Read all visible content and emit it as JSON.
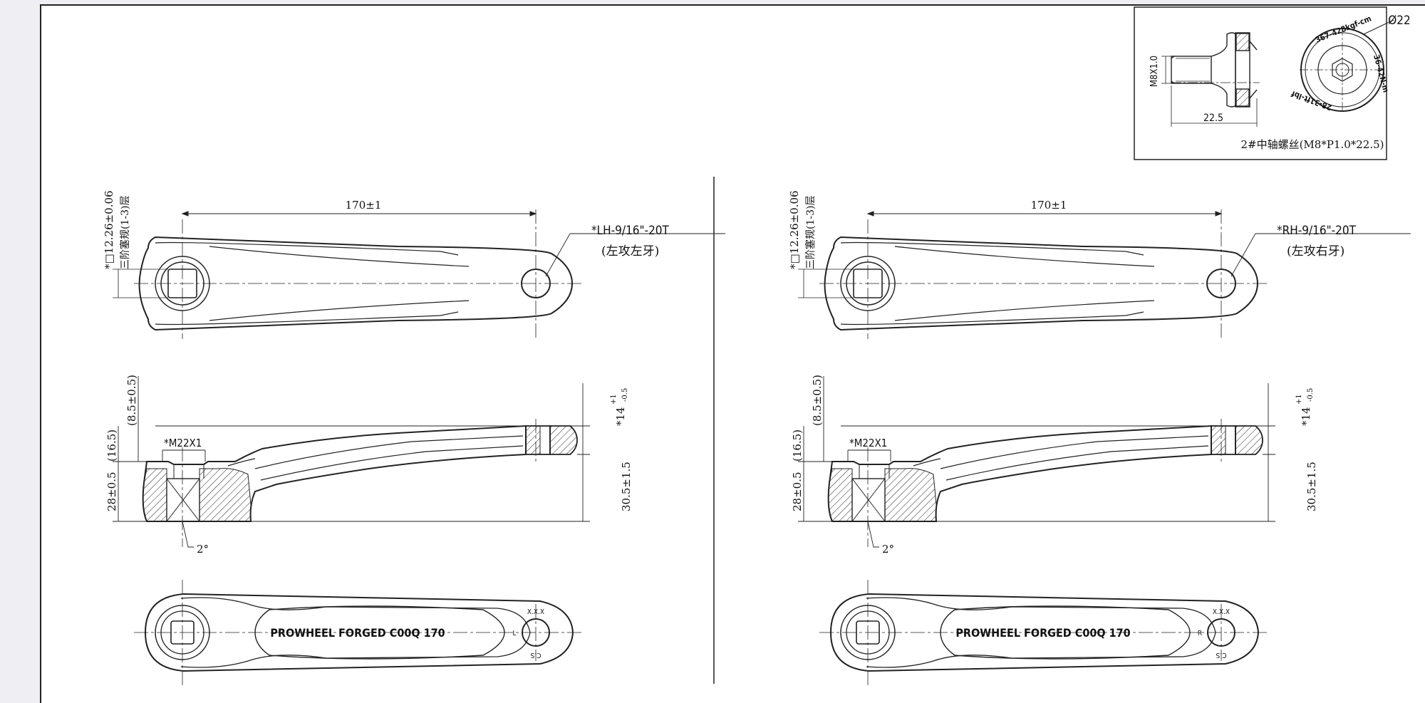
{
  "inset": {
    "diameter": "Ø22",
    "thread": "M8X1.0",
    "length": "22.5",
    "torque_kgf": "367-428kgf-cm",
    "torque_nm": "36-42N-m",
    "torque_lbf": "28-31ft-lbf",
    "caption": "2#中轴螺丝(M8*P1.0*22.5)"
  },
  "left": {
    "length_dim": "170±1",
    "square_dim": "*□12.26±0.06",
    "square_note": "三阶塞规(1-3)层",
    "thread": "*LH-9/16\"-20T",
    "thread_note": "(左攻左牙)",
    "dim_85": "(8.5±0.5)",
    "dim_165": "(16.5)",
    "m22": "*M22X1",
    "dim_28": "28±0.5",
    "angle": "2°",
    "dim_14": "*14",
    "tol_14_up": "+1",
    "tol_14_dn": "-0.5",
    "dim_305": "30.5±1.5",
    "label": "PROWHEEL FORGED C00Q 170",
    "mark_top": "X.X.X",
    "mark_bot": "C.S",
    "mark_side": "L"
  },
  "right": {
    "length_dim": "170±1",
    "square_dim": "*□12.26±0.06",
    "square_note": "三阶塞规(1-3)层",
    "thread": "*RH-9/16\"-20T",
    "thread_note": "(左攻右牙)",
    "dim_85": "(8.5±0.5)",
    "dim_165": "(16.5)",
    "m22": "*M22X1",
    "dim_28": "28±0.5",
    "angle": "2°",
    "dim_14": "*14",
    "tol_14_up": "+1",
    "tol_14_dn": "-0.5",
    "dim_305": "30.5±1.5",
    "label": "PROWHEEL FORGED C00Q 170",
    "mark_top": "X.X.X",
    "mark_bot": "C.S",
    "mark_side": "R"
  }
}
